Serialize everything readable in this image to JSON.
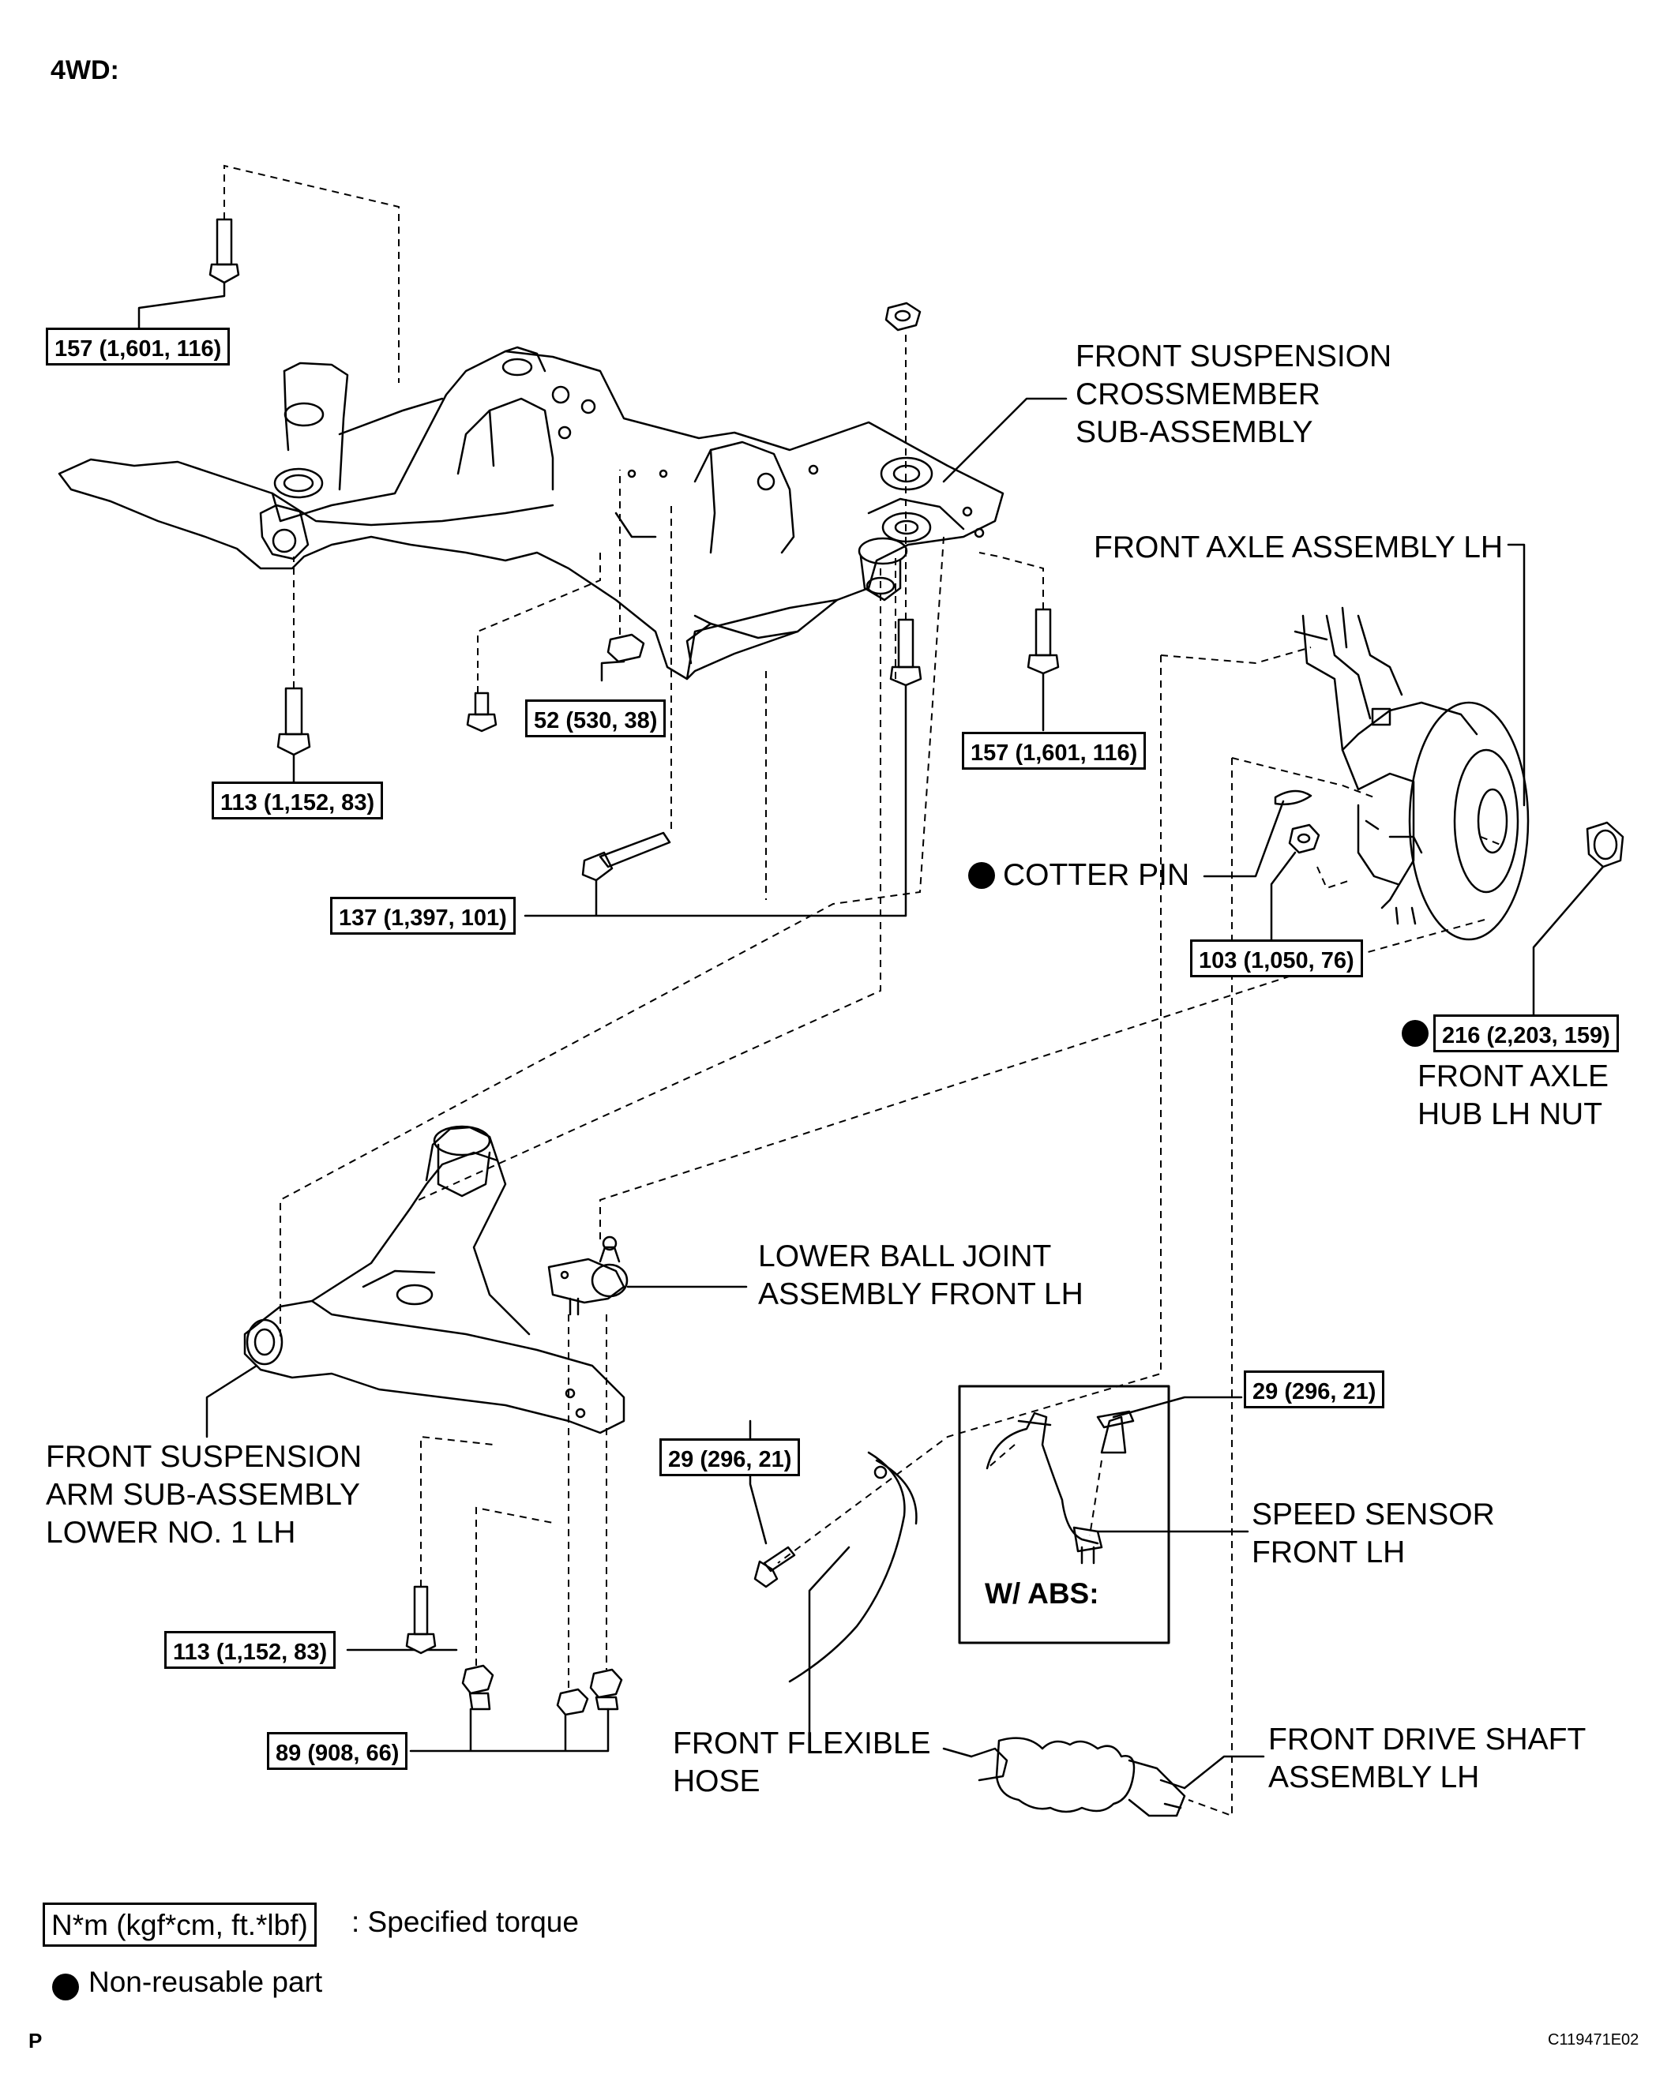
{
  "header": {
    "title": "4WD:"
  },
  "labels": {
    "crossmember": [
      "FRONT SUSPENSION",
      "CROSSMEMBER",
      "SUB-ASSEMBLY"
    ],
    "front_axle": "FRONT AXLE ASSEMBLY LH",
    "cotter_pin": "COTTER PIN",
    "hub_nut": [
      "FRONT AXLE",
      "HUB LH NUT"
    ],
    "lower_ball_joint": [
      "LOWER BALL JOINT",
      "ASSEMBLY FRONT LH"
    ],
    "lower_arm": [
      "FRONT SUSPENSION",
      "ARM SUB-ASSEMBLY",
      "LOWER NO. 1 LH"
    ],
    "speed_sensor": [
      "SPEED SENSOR",
      "FRONT LH"
    ],
    "w_abs": "W/ ABS:",
    "flexible_hose": [
      "FRONT FLEXIBLE",
      "HOSE"
    ],
    "drive_shaft": [
      "FRONT DRIVE SHAFT",
      "ASSEMBLY LH"
    ]
  },
  "torques": {
    "t1": "157 (1,601, 116)",
    "t2": "52 (530, 38)",
    "t3": "113 (1,152, 83)",
    "t4": "157 (1,601, 116)",
    "t5": "137 (1,397, 101)",
    "t6": "103 (1,050, 76)",
    "t7": "216 (2,203, 159)",
    "t8": "29 (296, 21)",
    "t9": "29 (296, 21)",
    "t10": "113 (1,152, 83)",
    "t11": "89 (908, 66)"
  },
  "legend": {
    "torque_unit": "N*m (kgf*cm, ft.*lbf)",
    "torque_desc": ": Specified torque",
    "nonreusable": "Non-reusable part"
  },
  "footer": {
    "left": "P",
    "code": "C119471E02"
  }
}
